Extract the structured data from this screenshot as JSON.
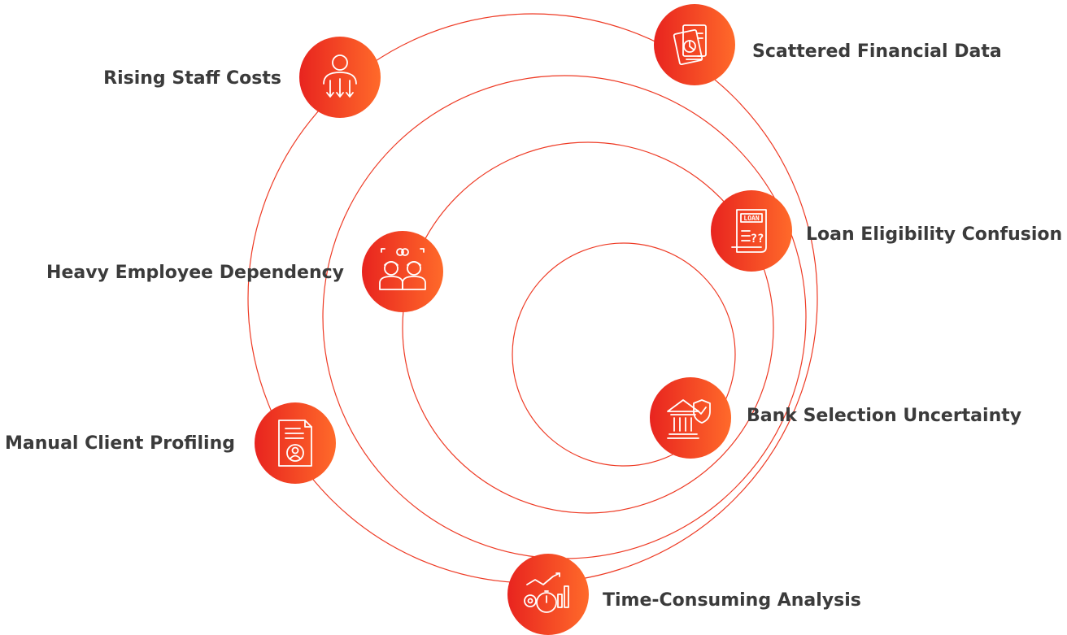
{
  "accent_color": "#ee3a24",
  "gradient": {
    "start": "#e8241f",
    "end": "#ff6a2a"
  },
  "nodes": [
    {
      "label": "Rising Staff Costs",
      "icon": "person-cost-down-icon"
    },
    {
      "label": "Scattered Financial Data",
      "icon": "documents-chart-icon"
    },
    {
      "label": "Loan Eligibility Confusion",
      "icon": "loan-document-question-icon"
    },
    {
      "label": "Heavy Employee Dependency",
      "icon": "linked-employees-icon"
    },
    {
      "label": "Bank Selection Uncertainty",
      "icon": "bank-shield-icon"
    },
    {
      "label": "Manual Client Profiling",
      "icon": "profile-document-icon"
    },
    {
      "label": "Time-Consuming Analysis",
      "icon": "analysis-timer-chart-icon"
    }
  ]
}
